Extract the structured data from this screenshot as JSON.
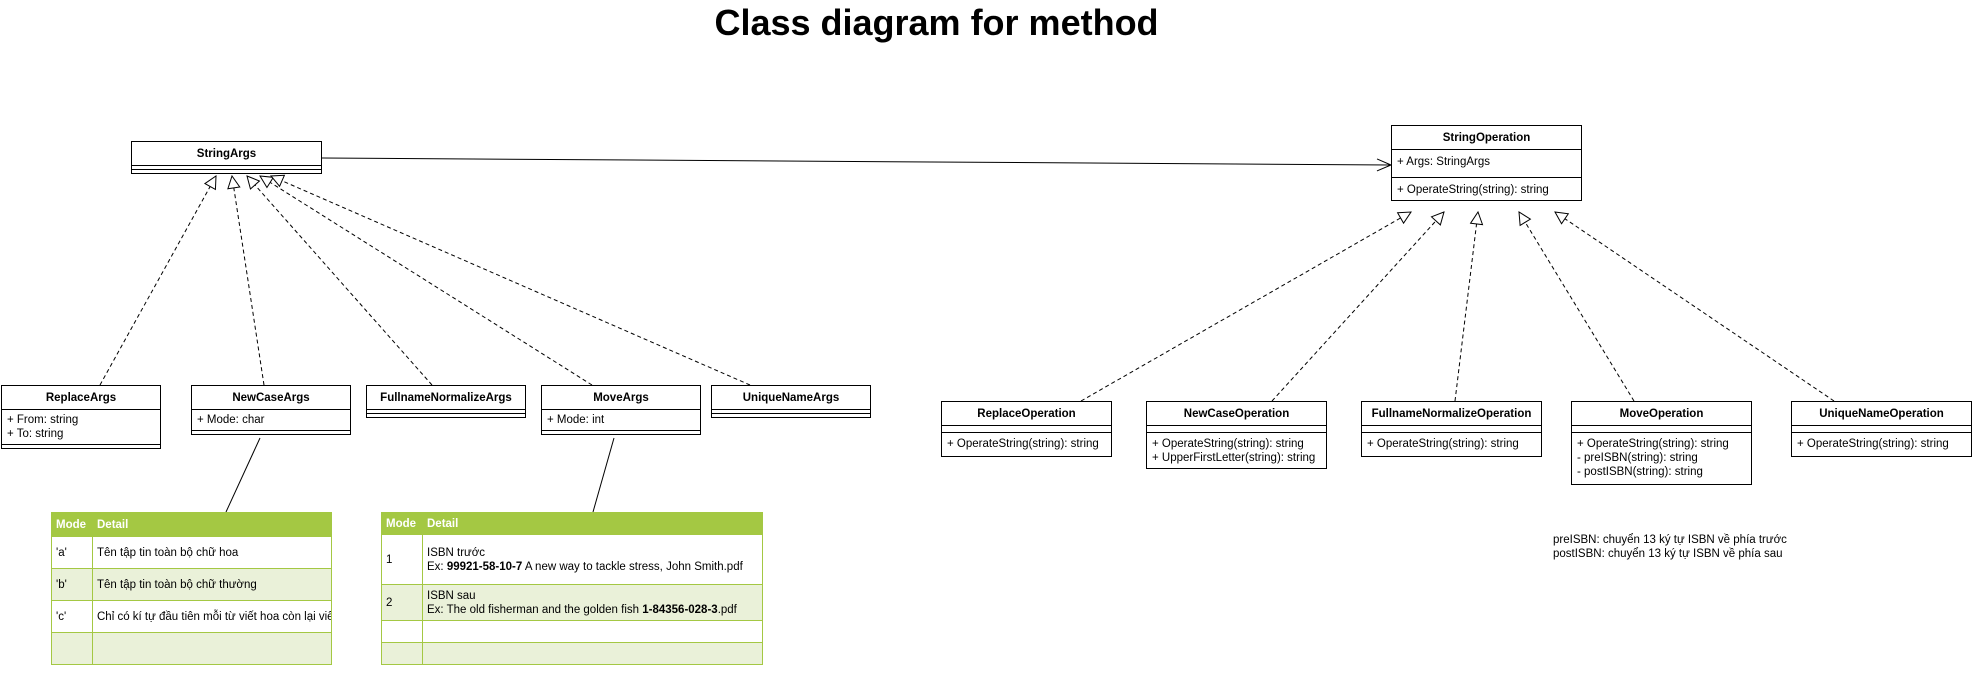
{
  "title": "Class diagram for method",
  "args_classes": {
    "string_args": {
      "name": "StringArgs"
    },
    "replace_args": {
      "name": "ReplaceArgs",
      "attrs": [
        "+ From: string",
        "+ To: string"
      ]
    },
    "newcase_args": {
      "name": "NewCaseArgs",
      "attrs": [
        "+ Mode: char"
      ]
    },
    "fullname_args": {
      "name": "FullnameNormalizeArgs"
    },
    "move_args": {
      "name": "MoveArgs",
      "attrs": [
        "+ Mode: int"
      ]
    },
    "unique_args": {
      "name": "UniqueNameArgs"
    }
  },
  "operation_classes": {
    "string_operation": {
      "name": "StringOperation",
      "attrs": [
        "+ Args: StringArgs"
      ],
      "methods": [
        "+ OperateString(string): string"
      ]
    },
    "replace_operation": {
      "name": "ReplaceOperation",
      "methods": [
        "+ OperateString(string): string"
      ]
    },
    "newcase_operation": {
      "name": "NewCaseOperation",
      "methods": [
        "+ OperateString(string): string",
        "+ UpperFirstLetter(string): string"
      ]
    },
    "fullname_operation": {
      "name": "FullnameNormalizeOperation",
      "methods": [
        "+ OperateString(string): string"
      ]
    },
    "move_operation": {
      "name": "MoveOperation",
      "methods": [
        "+ OperateString(string): string",
        "- preISBN(string): string",
        "- postISBN(string): string"
      ]
    },
    "unique_operation": {
      "name": "UniqueNameOperation",
      "methods": [
        "+ OperateString(string): string"
      ]
    }
  },
  "newcase_table": {
    "headers": [
      "Mode",
      "Detail"
    ],
    "rows": [
      [
        "'a'",
        "Tên tập tin toàn bộ chữ hoa"
      ],
      [
        "'b'",
        "Tên tập tin toàn bộ chữ thường"
      ],
      [
        "'c'",
        "Chỉ có kí tự đầu tiên mỗi từ viết hoa còn lại viết thường"
      ],
      [
        "",
        ""
      ]
    ]
  },
  "move_table": {
    "headers": [
      "Mode",
      "Detail"
    ],
    "rows": [
      {
        "mode": "1",
        "line1": "ISBN  trước",
        "line2_prefix": "Ex: ",
        "line2_bold": "99921-58-10-7",
        "line2_suffix": " A new way to tackle stress, John Smith.pdf"
      },
      {
        "mode": "2",
        "line1": "ISBN sau",
        "line2_prefix": "Ex: The old fisherman and the golden fish ",
        "line2_bold": "1-84356-028-3",
        "line2_suffix": ".pdf"
      },
      {
        "mode": "",
        "line1": "",
        "line2_prefix": "",
        "line2_bold": "",
        "line2_suffix": ""
      },
      {
        "mode": "",
        "line1": "",
        "line2_prefix": "",
        "line2_bold": "",
        "line2_suffix": ""
      }
    ]
  },
  "isbn_note": {
    "line1": "preISBN: chuyển 13 ký tự ISBN về phía trước",
    "line2": "postISBN: chuyển 13 ký tự ISBN về phía sau"
  }
}
